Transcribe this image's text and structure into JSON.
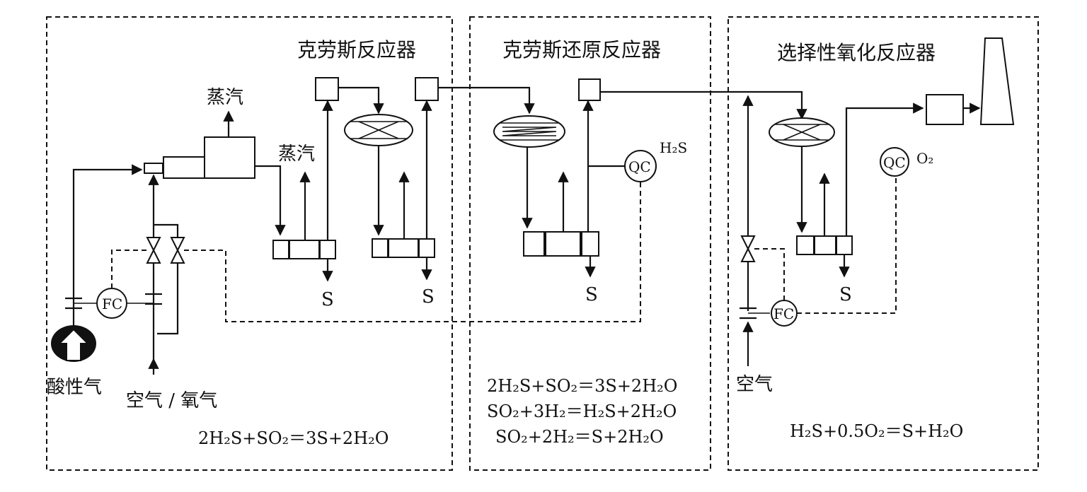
{
  "sections": {
    "claus": {
      "title": "克劳斯反应器",
      "steam_top": "蒸汽",
      "steam_mid": "蒸汽",
      "sulfur_1": "S",
      "sulfur_2": "S",
      "fc_label": "FC",
      "acid_gas": "酸性气",
      "air_oxygen": "空气 / 氧气",
      "equation": "2H₂S+SO₂＝3S+2H₂O"
    },
    "reduction": {
      "title": "克劳斯还原反应器",
      "qc_label": "QC",
      "analyte": "H₂S",
      "sulfur": "S",
      "equations": [
        "2H₂S+SO₂＝3S+2H₂O",
        "SO₂+3H₂＝H₂S+2H₂O",
        "SO₂+2H₂＝S+2H₂O"
      ]
    },
    "oxidation": {
      "title": "选择性氧化反应器",
      "qc_label": "QC",
      "analyte": "O₂",
      "sulfur": "S",
      "fc_label": "FC",
      "air": "空气",
      "equation": "H₂S+0.5O₂＝S+H₂O"
    }
  }
}
